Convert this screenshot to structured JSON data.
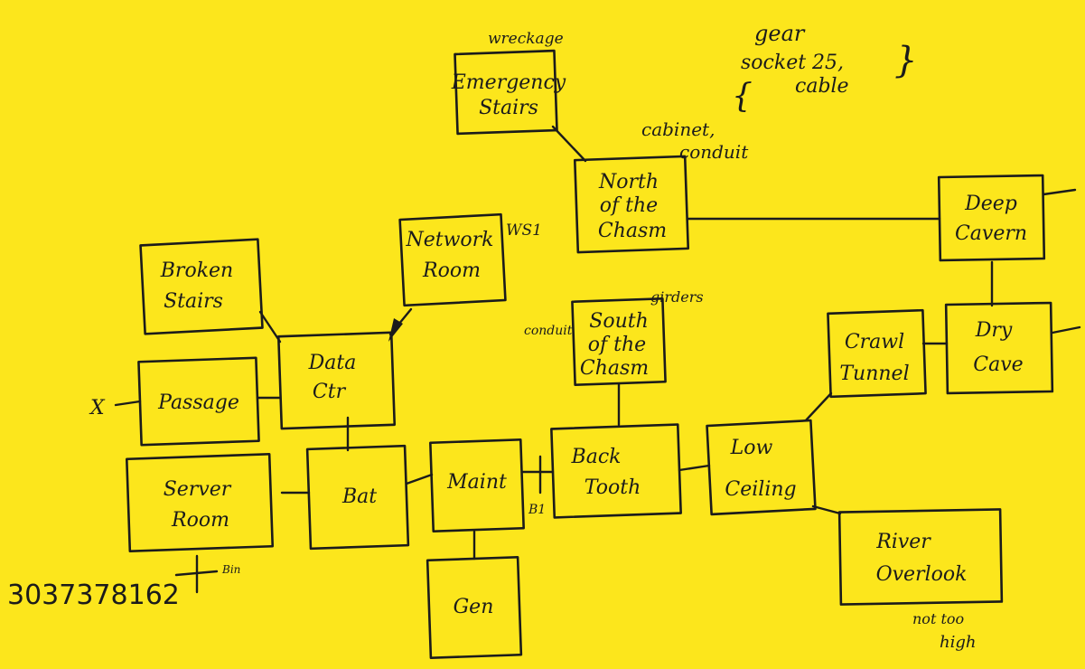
{
  "colors": {
    "paper": "#fce61c",
    "ink": "#1b1b1b"
  },
  "rooms": {
    "emergency_stairs": [
      "Emergency",
      "Stairs"
    ],
    "north_chasm": [
      "North",
      "of the",
      "Chasm"
    ],
    "deep_cavern": [
      "Deep",
      "Cavern"
    ],
    "network_room": [
      "Network",
      "Room"
    ],
    "broken_stairs": [
      "Broken",
      "Stairs"
    ],
    "data_center": [
      "Data",
      "Ctr"
    ],
    "south_chasm": [
      "South",
      "of the",
      "Chasm"
    ],
    "crawl_tunnel": [
      "Crawl",
      "Tunnel"
    ],
    "dry_cave": [
      "Dry",
      "Cave"
    ],
    "passage": [
      "Passage"
    ],
    "server_room": [
      "Server",
      "Room"
    ],
    "bat": [
      "Bat"
    ],
    "maint": [
      "Maint"
    ],
    "back_tooth": [
      "Back",
      "Tooth"
    ],
    "low_ceiling": [
      "Low",
      "Ceiling"
    ],
    "river_overlook": [
      "River",
      "Overlook"
    ],
    "gen": [
      "Gen"
    ]
  },
  "notes": {
    "wrecked": "wreckage",
    "gear_list": [
      "gear",
      "socket 25,",
      "cable"
    ],
    "cabinet": [
      "cabinet,",
      "conduit"
    ],
    "ws1": "WS1",
    "conduit": "conduit",
    "girders": "girders",
    "x_mark": "X",
    "b1": "B1",
    "phone": "3037378162",
    "plus_bin": "Bin",
    "not_too_high": [
      "not too",
      "high"
    ]
  }
}
